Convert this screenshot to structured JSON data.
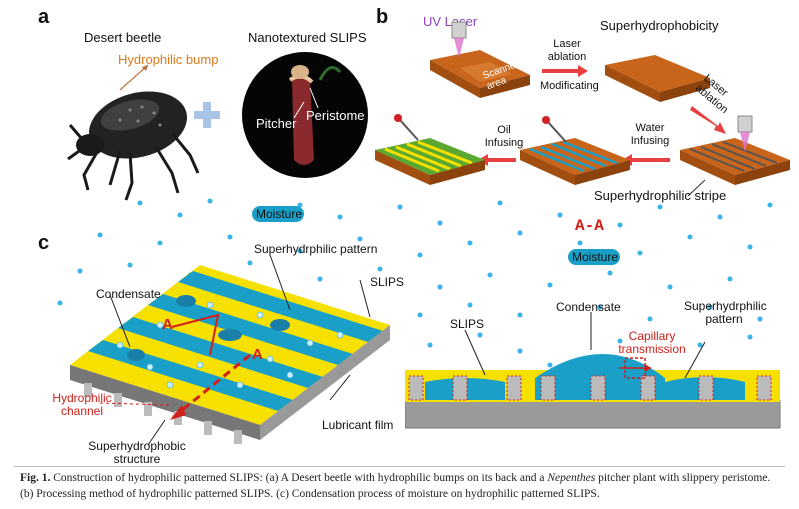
{
  "panel_a": {
    "letter": "a",
    "beetle_title": "Desert beetle",
    "bump_label": "Hydrophilic bump",
    "slips_title": "Nanotextured SLIPS",
    "pitcher_label": "Pitcher",
    "peristome_label": "Peristome"
  },
  "panel_b": {
    "letter": "b",
    "uv_laser": "UV Laser",
    "scanned_area": "Scanned area",
    "superhydrophobicity": "Superhydrophobicity",
    "laser_ablation_1": "Laser ablation",
    "modificating": "Modificating",
    "laser_ablation_2": "Laser ablation",
    "oil_infusing": "Oil Infusing",
    "water_infusing": "Water Infusing",
    "superhydrophilic_stripe": "Superhydrophilic stripe"
  },
  "panel_c": {
    "letter": "c",
    "moisture_left": "Moisture",
    "superhydrphilic_pattern_top": "Superhydrphilic pattern",
    "condensate_left": "Condensate",
    "slips_left": "SLIPS",
    "marker_a1": "A",
    "marker_a2": "A",
    "hydrophilic_channel": "Hydrophilic channel",
    "superhydrophobic_structure": "Superhydrophobic structure",
    "lubricant_film": "Lubricant film",
    "section_title": "A-A",
    "moisture_right": "Moisture",
    "condensate_right": "Condensate",
    "slips_right": "SLIPS",
    "superhydrphilic_pattern_right": "Superhydrphilic pattern",
    "capillary_transmission": "Capillary transmission"
  },
  "caption": {
    "fig_label": "Fig. 1.",
    "part1": "Construction of hydrophilic patterned SLIPS: (a) A Desert beetle with hydrophilic bumps on its back and a",
    "italic": "Nepenthes",
    "part2": "pitcher plant with slippery peristome. (b) Processing method of hydrophilic patterned SLIPS. (c) Condensation process of moisture on hydrophilic patterned SLIPS."
  },
  "colors": {
    "copper": "#c8651b",
    "copper_dark": "#a24e10",
    "yellow": "#f5e000",
    "cyan": "#1aa0c8",
    "gray": "#9a9a9a",
    "droplet": "#3ab4e6",
    "red": "#d0201a",
    "purple_text": "#8a3fc0",
    "orange_text": "#e07a1a"
  }
}
